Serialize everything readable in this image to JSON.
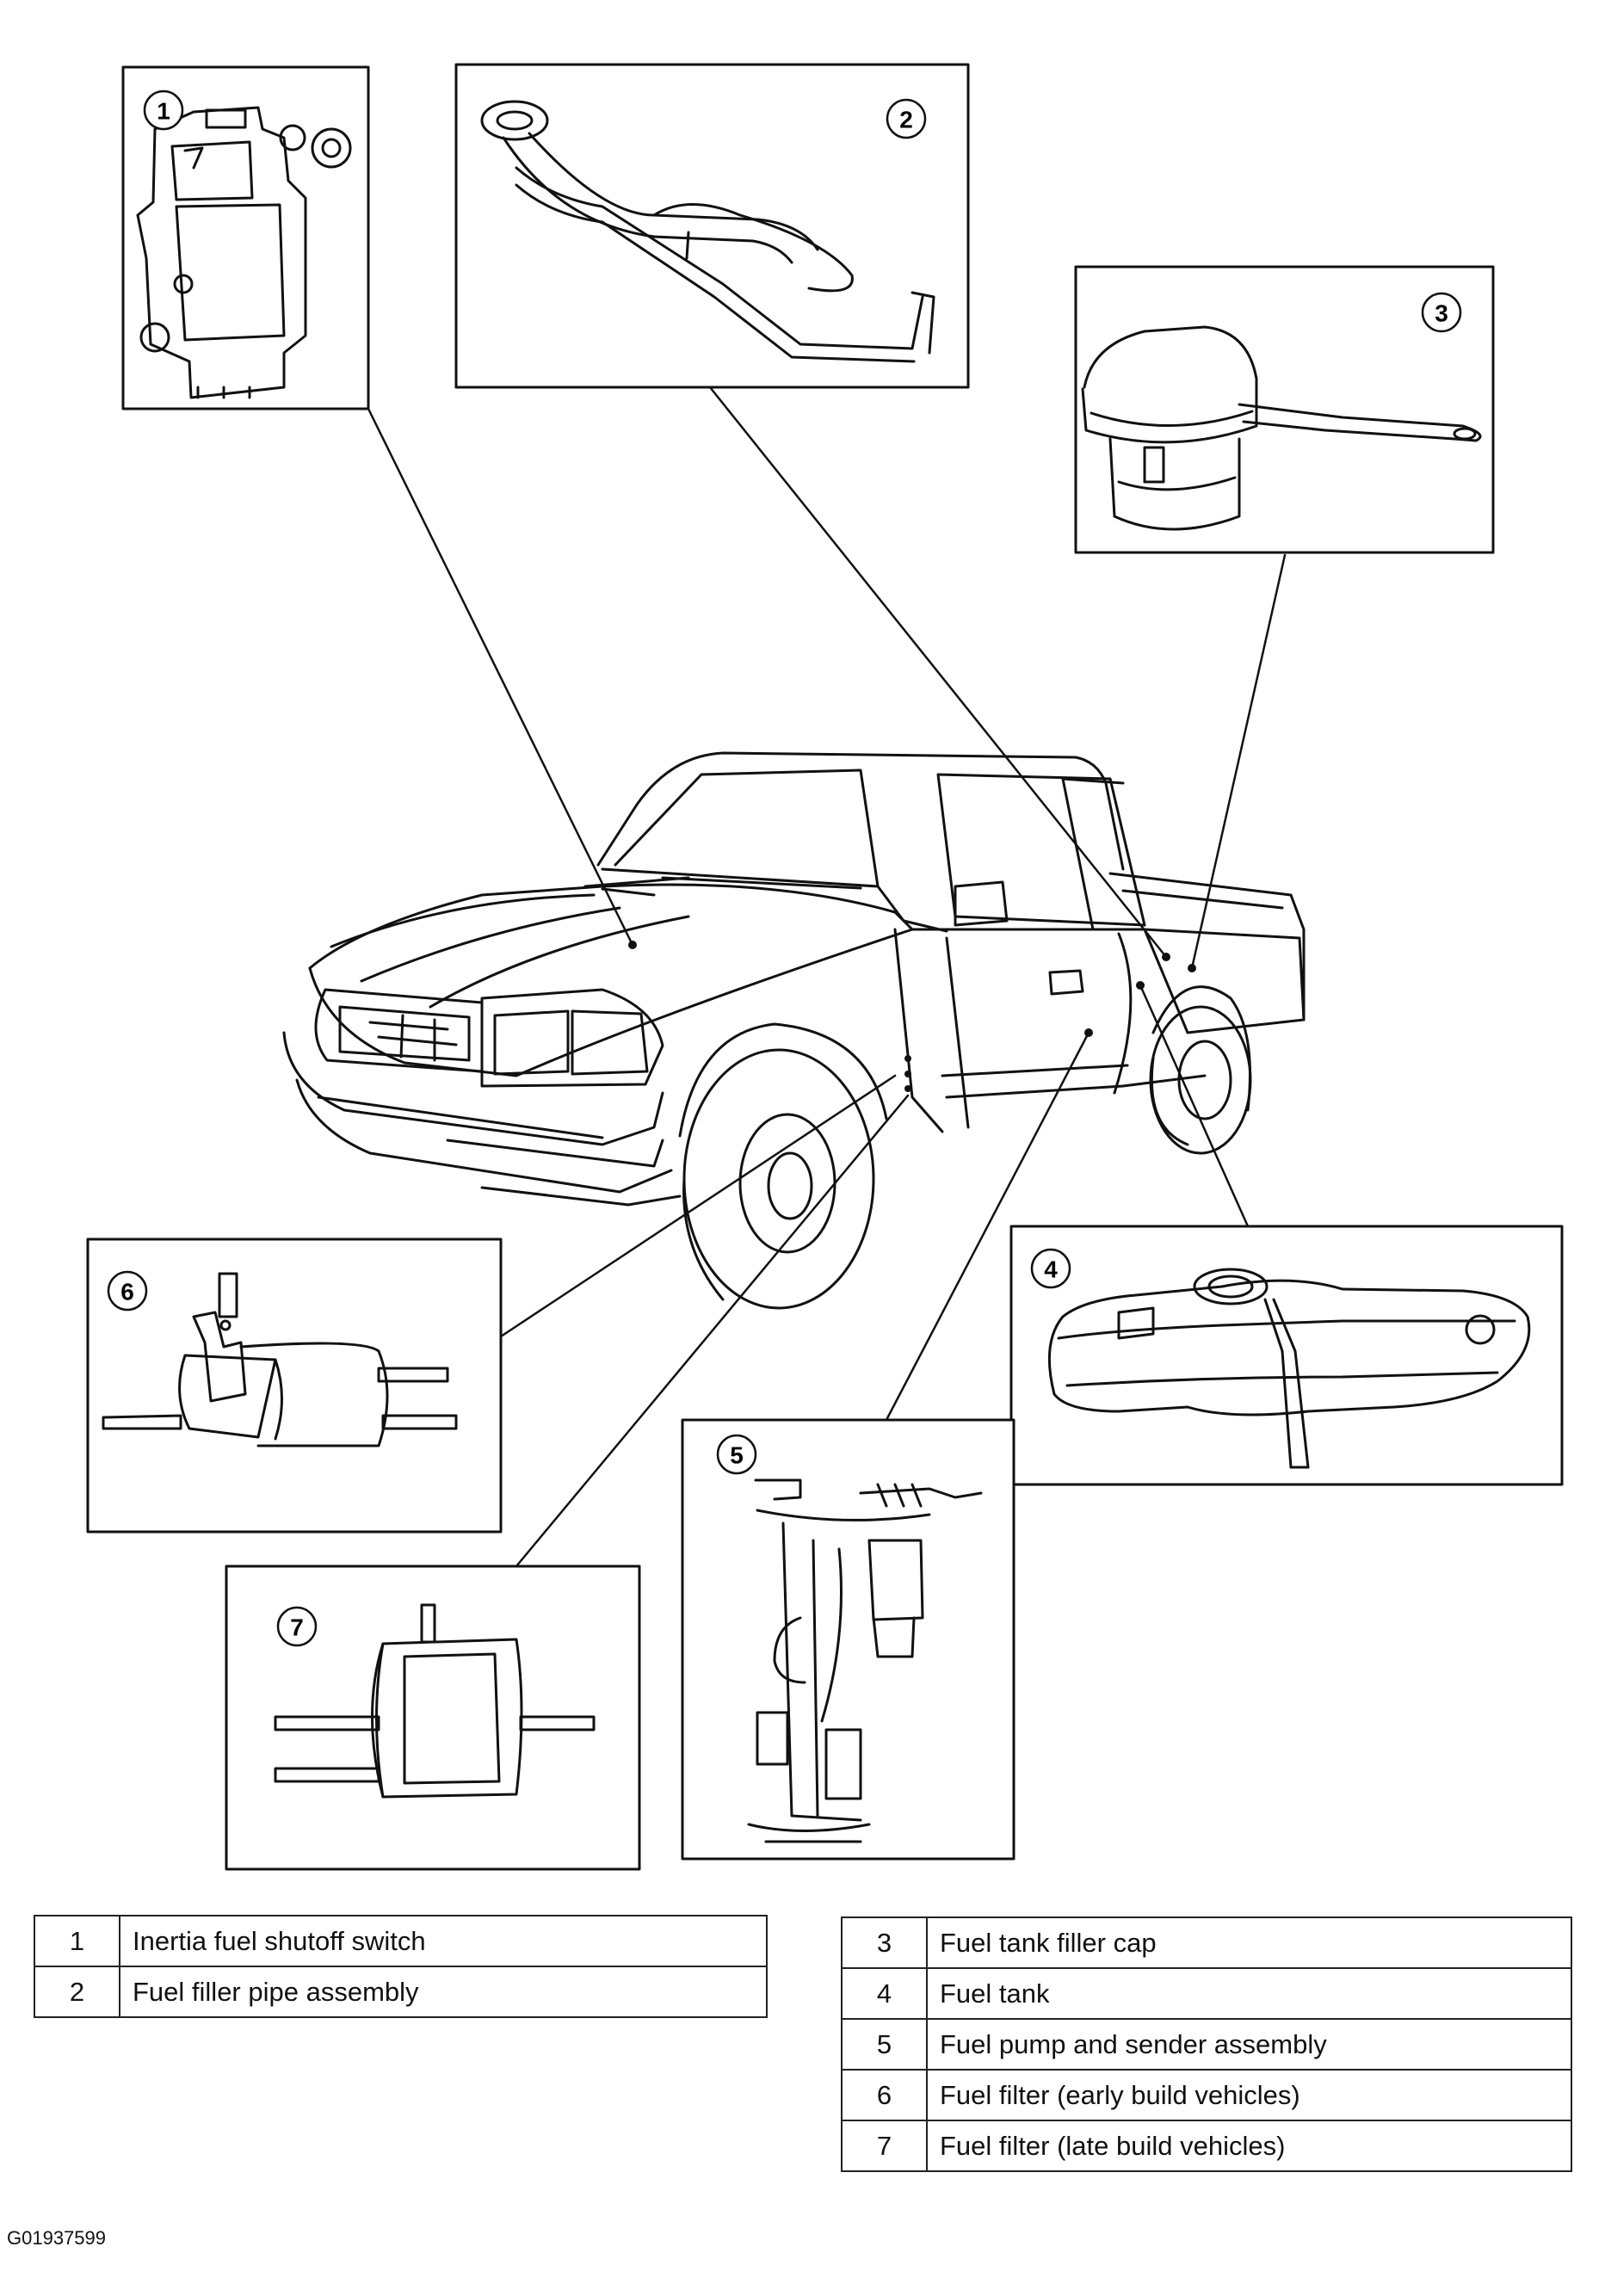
{
  "diagram": {
    "callouts": [
      "1",
      "2",
      "3",
      "4",
      "5",
      "6",
      "7"
    ],
    "legend_left": [
      {
        "num": "1",
        "desc": "Inertia fuel shutoff switch"
      },
      {
        "num": "2",
        "desc": "Fuel filler pipe assembly"
      }
    ],
    "legend_right": [
      {
        "num": "3",
        "desc": "Fuel tank filler cap"
      },
      {
        "num": "4",
        "desc": "Fuel tank"
      },
      {
        "num": "5",
        "desc": "Fuel pump and sender assembly"
      },
      {
        "num": "6",
        "desc": "Fuel filter (early build vehicles)"
      },
      {
        "num": "7",
        "desc": "Fuel filter (late build vehicles)"
      }
    ],
    "figure_code": "G01937599"
  }
}
